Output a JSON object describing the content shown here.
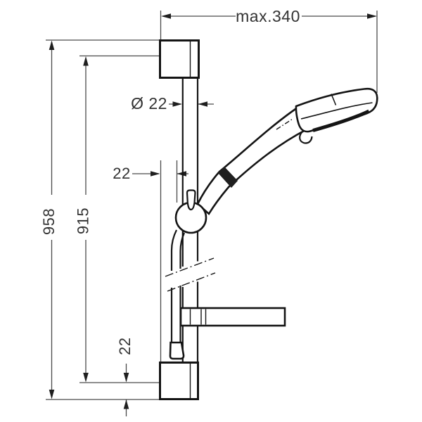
{
  "drawing": {
    "type": "technical dimension drawing",
    "subject": "shower slide bar set with hand shower (side view)",
    "dimensions": {
      "max_width": "max.340",
      "bar_diameter": "Ø 22",
      "wall_offset": "22",
      "total_height": "958",
      "bar_height": "915",
      "bottom_offset": "22"
    },
    "colors": {
      "background": "#ffffff",
      "outline": "#141414",
      "dimension": "#4a4a4a",
      "arrow": "#1f1f1f",
      "text": "#333333",
      "shade": "#141414"
    }
  }
}
